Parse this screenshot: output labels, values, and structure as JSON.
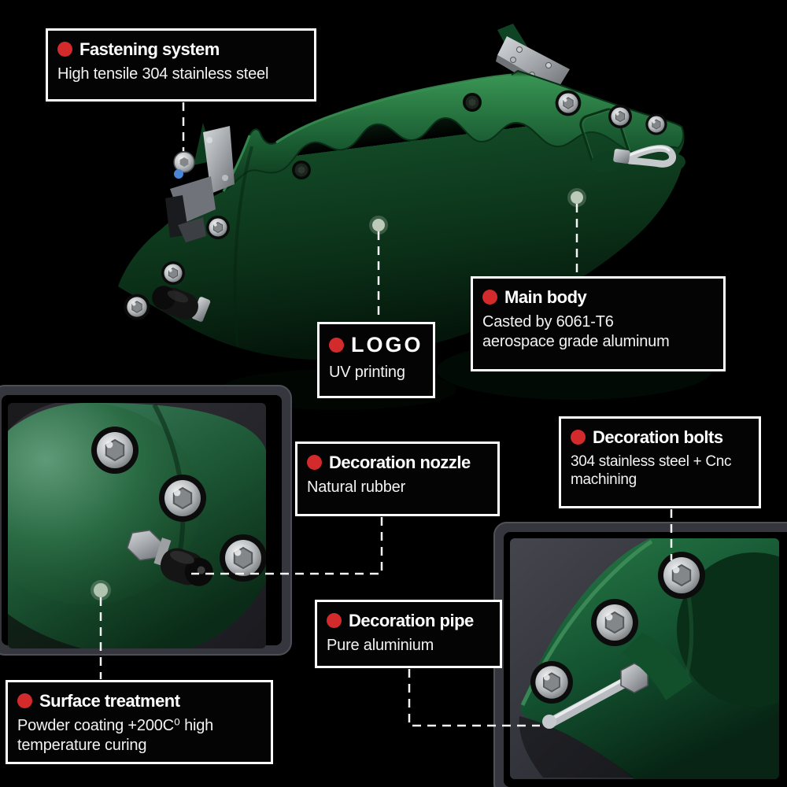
{
  "product": "brake caliper cover infographic",
  "colors": {
    "background": "#000000",
    "accent_red": "#d32b2b",
    "box_border": "#ffffff",
    "caliper_green": "#14532a",
    "inset_frame_gray": "#36363e",
    "metal_silver": "#c9ccce"
  },
  "callouts": {
    "fastening": {
      "title": "Fastening system",
      "subtitle": "High tensile 304 stainless steel"
    },
    "logo": {
      "title": "LOGO",
      "subtitle": "UV printing"
    },
    "main_body": {
      "title": "Main body",
      "subtitle": "Casted by 6061-T6\naerospace grade aluminum"
    },
    "nozzle": {
      "title": "Decoration nozzle",
      "subtitle": "Natural rubber"
    },
    "bolts": {
      "title": "Decoration bolts",
      "subtitle": "304 stainless steel + Cnc\nmachining"
    },
    "pipe": {
      "title": "Decoration pipe",
      "subtitle": "Pure aluminium"
    },
    "surface": {
      "title": "Surface treatment",
      "subtitle": "Powder coating +200C⁰ high\ntemperature curing"
    }
  }
}
